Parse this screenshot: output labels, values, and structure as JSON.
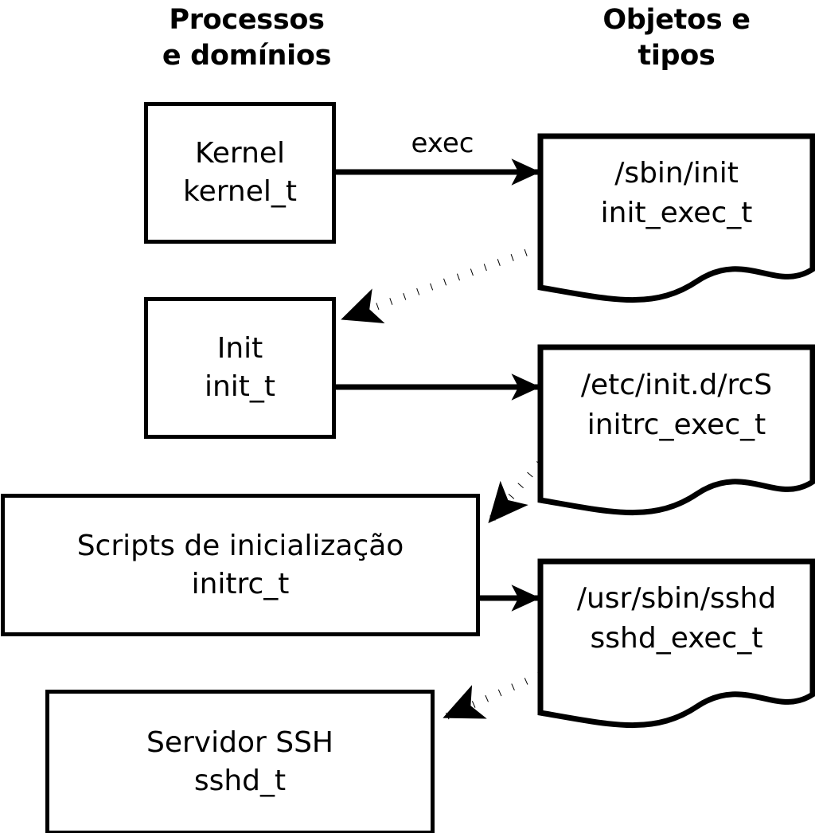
{
  "headers": {
    "left": "Processos\ne domínios",
    "left_line1": "Processos",
    "left_line2": "e domínios",
    "right_line1": "Objetos e",
    "right_line2": "tipos"
  },
  "colors": {
    "stroke": "#000000",
    "fill": "#ffffff",
    "background": "#ffffff"
  },
  "nodes": {
    "kernel": {
      "line1": "Kernel",
      "line2": "kernel_t"
    },
    "init": {
      "line1": "Init",
      "line2": "init_t"
    },
    "initrc": {
      "line1": "Scripts de inicialização",
      "line2": "initrc_t"
    },
    "sshd": {
      "line1": "Servidor SSH",
      "line2": "sshd_t"
    },
    "init_exec": {
      "line1": "/sbin/init",
      "line2": "init_exec_t"
    },
    "initrc_exec": {
      "line1": "/etc/init.d/rcS",
      "line2": "initrc_exec_t"
    },
    "sshd_exec": {
      "line1": "/usr/sbin/sshd",
      "line2": "sshd_exec_t"
    }
  },
  "edges": {
    "exec_label": "exec",
    "list": [
      {
        "from": "kernel",
        "to": "init_exec",
        "style": "solid",
        "label": "exec"
      },
      {
        "from": "init_exec",
        "to": "init",
        "style": "dotted",
        "label": ""
      },
      {
        "from": "init",
        "to": "initrc_exec",
        "style": "solid",
        "label": ""
      },
      {
        "from": "initrc_exec",
        "to": "initrc",
        "style": "dotted",
        "label": ""
      },
      {
        "from": "initrc",
        "to": "sshd_exec",
        "style": "solid",
        "label": ""
      },
      {
        "from": "sshd_exec",
        "to": "sshd",
        "style": "dotted",
        "label": ""
      }
    ]
  }
}
